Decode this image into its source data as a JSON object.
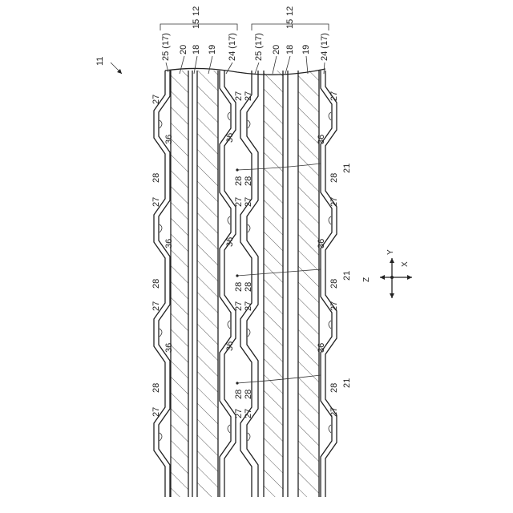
{
  "figure": {
    "ref_main": "11",
    "top_left": {
      "labels": [
        "25 (17)",
        "20",
        "18",
        "15",
        "12",
        "19",
        "24 (17)"
      ]
    },
    "top_right": {
      "labels": [
        "25 (17)",
        "20",
        "18",
        "15",
        "12",
        "19",
        "24 (17)"
      ]
    },
    "left_col": {
      "labels": [
        "27",
        "36",
        "28",
        "27",
        "36",
        "28",
        "27",
        "36",
        "28",
        "27"
      ]
    },
    "middle_col": {
      "labels": [
        "27",
        "27",
        "36",
        "28",
        "28",
        "27",
        "27",
        "36",
        "28",
        "28",
        "27",
        "27",
        "36",
        "28",
        "28",
        "27",
        "27"
      ]
    },
    "right_col": {
      "labels": [
        "27",
        "36",
        "28",
        "21",
        "27",
        "36",
        "28",
        "21",
        "27",
        "36",
        "28",
        "21",
        "27"
      ]
    },
    "axes": {
      "y": "Y",
      "x": "X",
      "z": "Z"
    }
  }
}
